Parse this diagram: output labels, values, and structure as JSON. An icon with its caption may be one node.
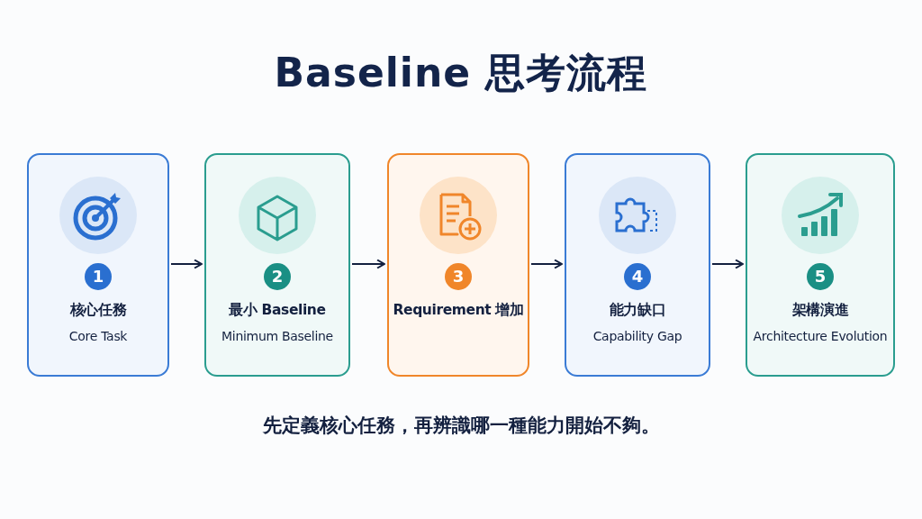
{
  "diagram": {
    "title": "Baseline 思考流程",
    "caption": "先定義核心任務，再辨識哪一種能力開始不夠。",
    "nodes": [
      {
        "text": [
          "1",
          "核心任務",
          "Core Task"
        ]
      },
      {
        "text": [
          "2",
          "最小 Baseline",
          "Minimum Baseline"
        ]
      },
      {
        "text": [
          "3",
          "Requirement 增加"
        ]
      },
      {
        "text": [
          "4",
          "能力缺口",
          "Capability Gap"
        ]
      },
      {
        "text": [
          "5",
          "架構演進",
          "Architecture Evolution"
        ]
      }
    ],
    "edges": [
      {
        "from": 0,
        "to": 1,
        "arrow": "to"
      },
      {
        "from": 1,
        "to": 2,
        "arrow": "to"
      },
      {
        "from": 2,
        "to": 3,
        "arrow": "to"
      },
      {
        "from": 3,
        "to": 4,
        "arrow": "to"
      }
    ]
  }
}
